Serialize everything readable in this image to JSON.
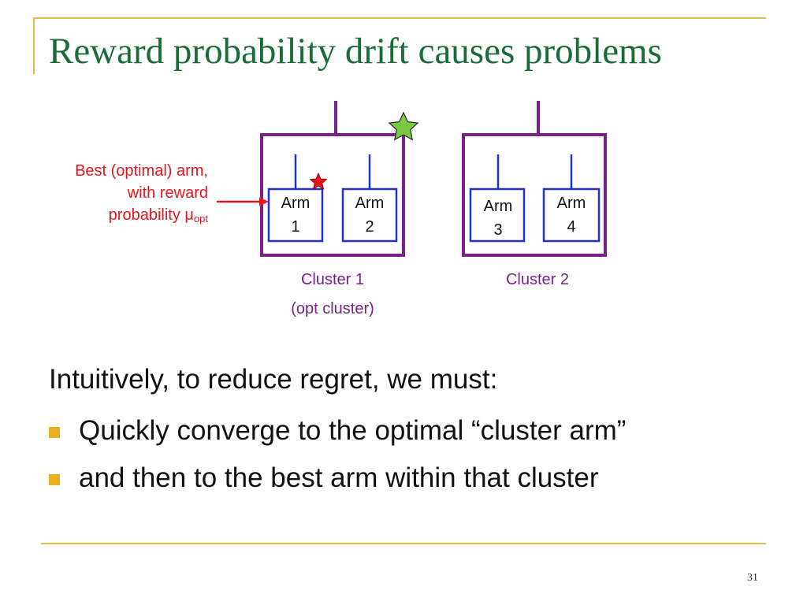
{
  "slide": {
    "title": "Reward probability drift causes problems",
    "page_number": "31"
  },
  "colors": {
    "title": "#1a6b3a",
    "frame": "#e6b94a",
    "cluster_border": "#7a1f8c",
    "arm_border": "#2430c8",
    "callout": "#e8141c",
    "green_star": "#7ac943",
    "red_star": "#e8141c",
    "bullet": "#e6b020"
  },
  "callout": {
    "line1": "Best (optimal) arm,",
    "line2": "with reward",
    "line3": "probability μ",
    "subscript": "opt"
  },
  "diagram": {
    "clusters": [
      {
        "caption": "Cluster 1",
        "subcaption": "(opt  cluster)",
        "marker": "green-star-icon"
      },
      {
        "caption": "Cluster 2",
        "subcaption": ""
      }
    ],
    "arms": [
      {
        "line1": "Arm",
        "line2": "1",
        "marker": "red-star-icon"
      },
      {
        "line1": "Arm",
        "line2": "2"
      },
      {
        "line1": "Arm",
        "line2": "3"
      },
      {
        "line1": "Arm",
        "line2": "4"
      }
    ]
  },
  "body": {
    "intro": "Intuitively, to reduce regret, we must:",
    "bullets": [
      "Quickly converge to the optimal “cluster arm”",
      "and then to the best arm within that cluster"
    ]
  }
}
